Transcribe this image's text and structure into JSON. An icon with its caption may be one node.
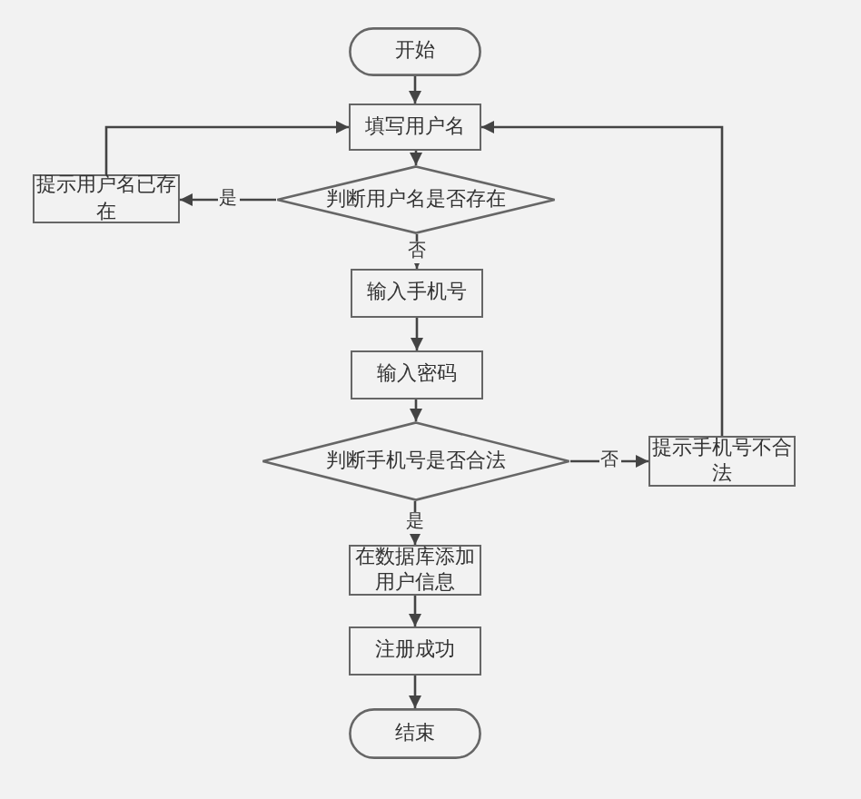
{
  "diagram": {
    "nodes": [
      {
        "text": [
          "开始"
        ]
      },
      {
        "text": [
          "填写用户名"
        ]
      },
      {
        "text": [
          "判断用户名是否存在"
        ]
      },
      {
        "text": [
          "提示用户名已存在"
        ]
      },
      {
        "text": [
          "输入手机号"
        ]
      },
      {
        "text": [
          "输入密码"
        ]
      },
      {
        "text": [
          "判断手机号是否合法"
        ]
      },
      {
        "text": [
          "提示手机号不合法"
        ]
      },
      {
        "text": [
          "在数据库添加用户信息"
        ]
      },
      {
        "text": [
          "注册成功"
        ]
      },
      {
        "text": [
          "结束"
        ]
      }
    ],
    "edges": [
      {
        "from": 0,
        "to": 1,
        "arrow": "to"
      },
      {
        "from": 1,
        "to": 2,
        "arrow": "to"
      },
      {
        "from": 2,
        "to": 3,
        "arrow": "to",
        "label": "是"
      },
      {
        "from": 2,
        "to": 4,
        "arrow": "to",
        "label": "否"
      },
      {
        "from": 3,
        "to": 1,
        "arrow": "to"
      },
      {
        "from": 4,
        "to": 5,
        "arrow": "to"
      },
      {
        "from": 5,
        "to": 6,
        "arrow": "to"
      },
      {
        "from": 6,
        "to": 7,
        "arrow": "to",
        "label": "否"
      },
      {
        "from": 6,
        "to": 8,
        "arrow": "to",
        "label": "是"
      },
      {
        "from": 7,
        "to": 1,
        "arrow": "to"
      },
      {
        "from": 8,
        "to": 9,
        "arrow": "to"
      },
      {
        "from": 9,
        "to": 10,
        "arrow": "to"
      }
    ]
  }
}
